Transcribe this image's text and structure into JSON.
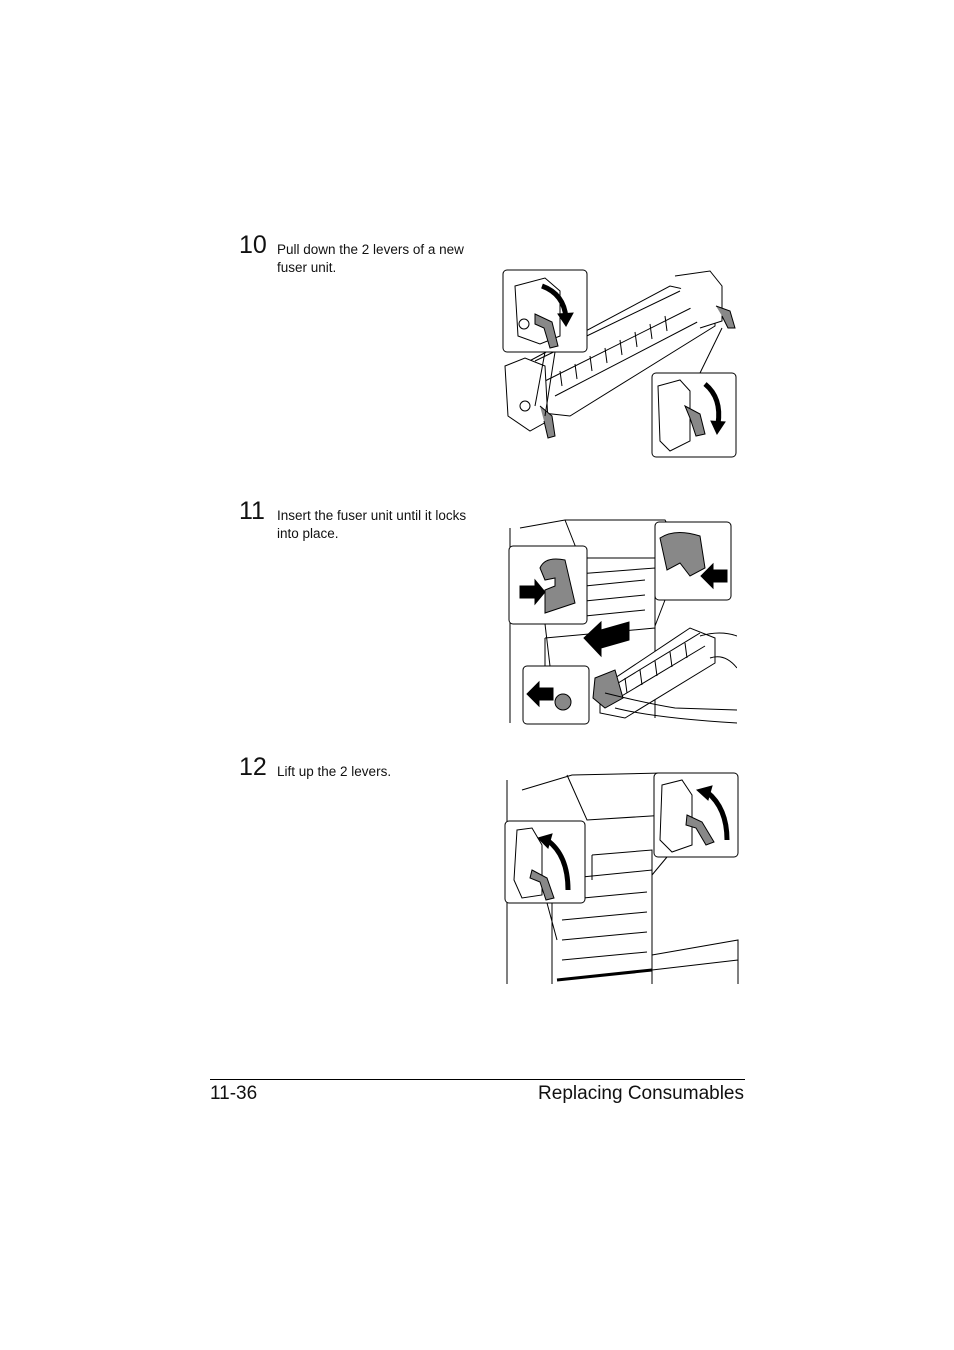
{
  "steps": [
    {
      "number": "10",
      "text": "Pull down the 2 levers of a new fuser unit."
    },
    {
      "number": "11",
      "text": "Insert the fuser unit until it locks into place."
    },
    {
      "number": "12",
      "text": "Lift up the 2 levers."
    }
  ],
  "footer": {
    "page_number": "11-36",
    "section_title": "Replacing Consumables"
  }
}
